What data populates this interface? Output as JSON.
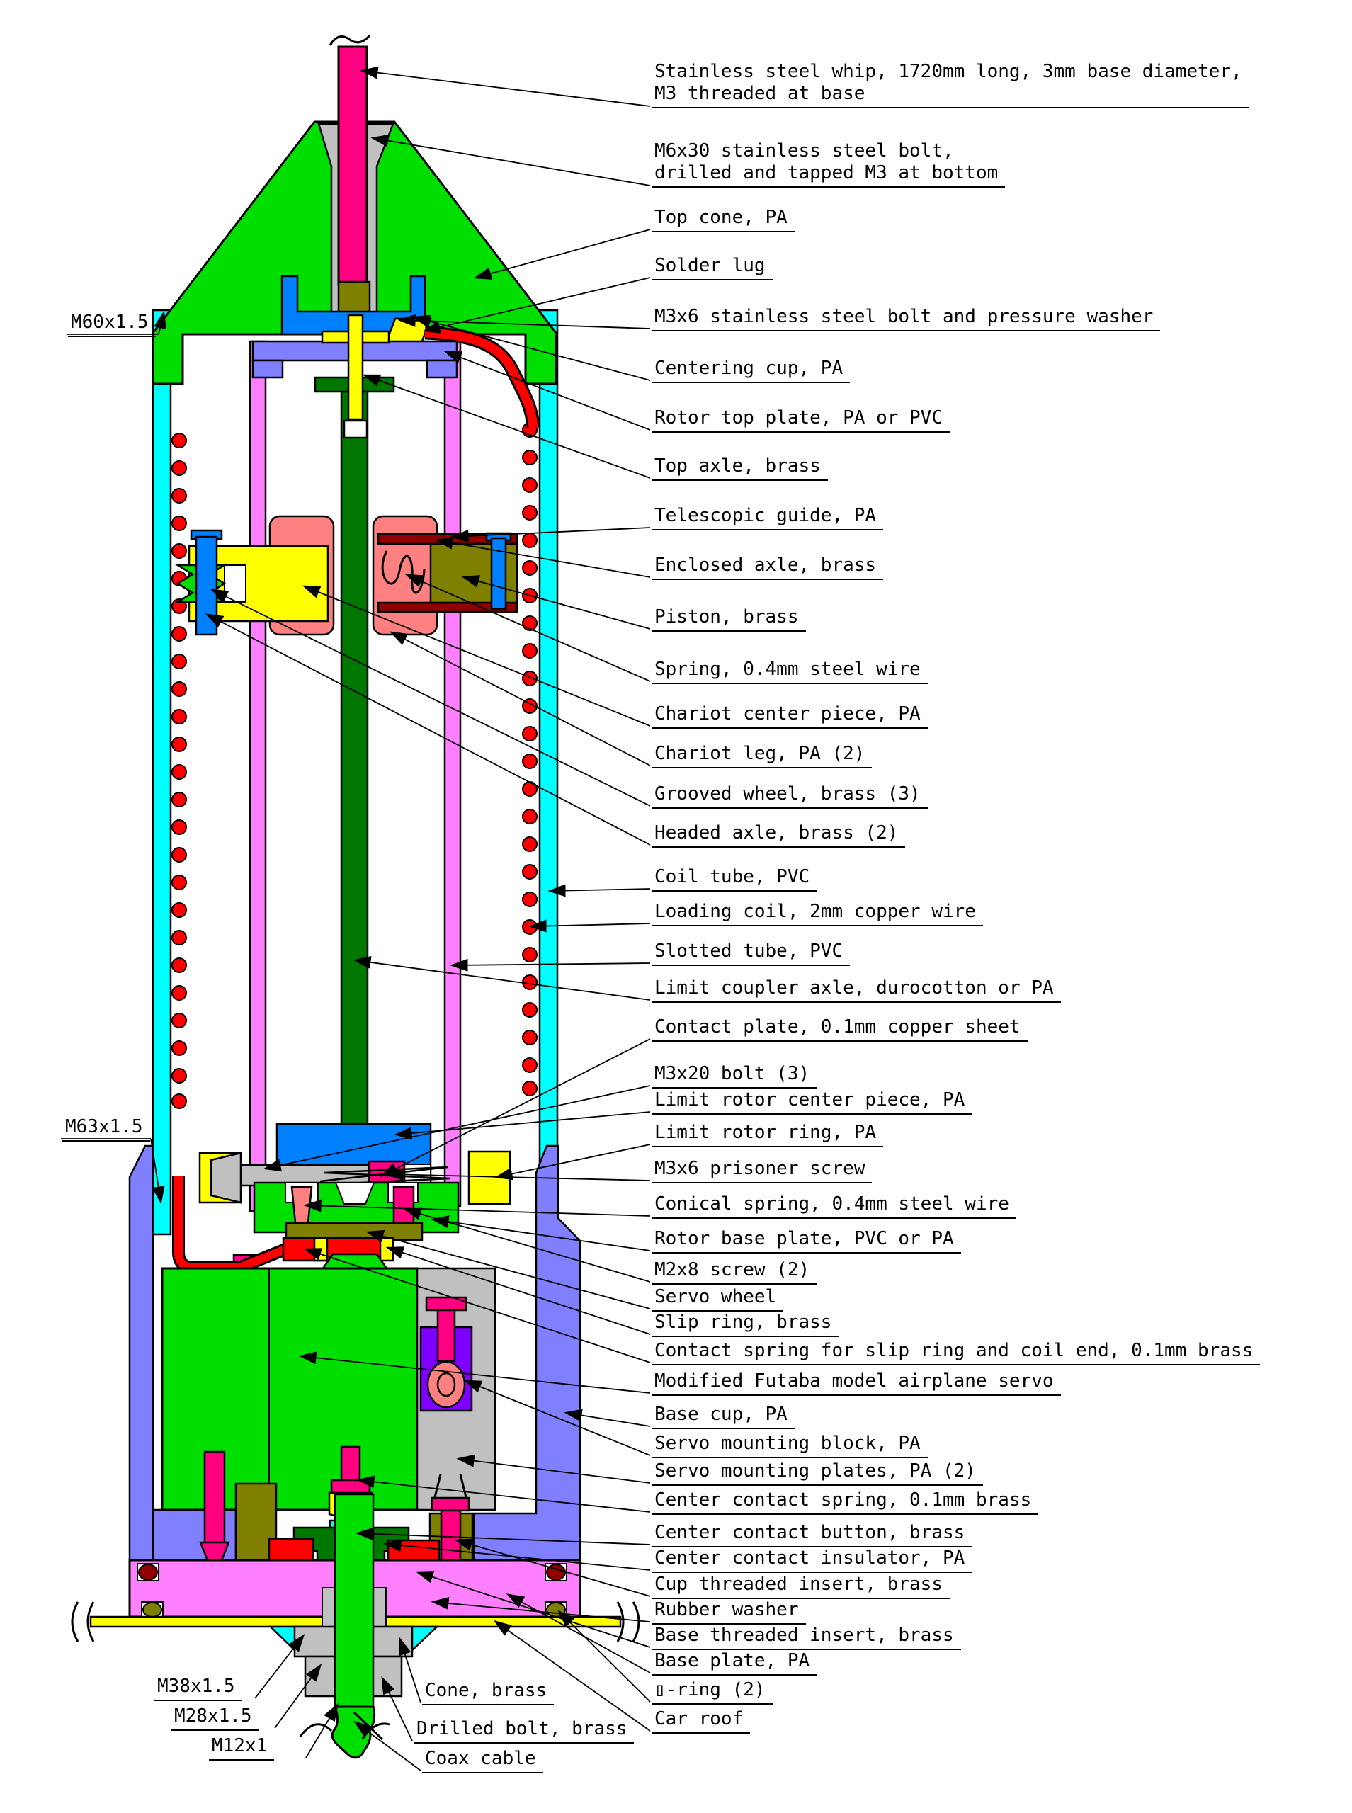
{
  "diagram": {
    "type": "technical-cross-section",
    "subject": "Motorized mobile whip antenna, sectional assembly drawing",
    "colors": {
      "outline": "#000000",
      "background": "#ffffff",
      "pa_green": "#00df00",
      "dark_green": "#007800",
      "pvc_cyan": "#00ffff",
      "slotted_tube_pink": "#ff80ff",
      "base_plate_violet": "#ff80ff",
      "base_cup_periwinkle": "#8080ff",
      "brass_yellow": "#ffff00",
      "olive": "#808000",
      "copper_red": "#ff0000",
      "dark_red": "#900000",
      "salmon": "#ff8080",
      "steel_gray": "#c0c0c0",
      "whip_magenta": "#ff0080",
      "servo_block_purple": "#8000ff",
      "blue": "#0080ff"
    }
  },
  "callouts": [
    {
      "text": "Stainless steel whip, 1720mm long, 3mm base diameter,\nM3 threaded at base"
    },
    {
      "text": "M6x30 stainless steel bolt,\ndrilled and tapped M3 at bottom"
    },
    {
      "text": "Top cone, PA"
    },
    {
      "text": "Solder lug"
    },
    {
      "text": "M3x6 stainless steel bolt and pressure washer"
    },
    {
      "text": "Centering cup, PA"
    },
    {
      "text": "Rotor top plate, PA or PVC"
    },
    {
      "text": "Top axle, brass"
    },
    {
      "text": "Telescopic guide, PA"
    },
    {
      "text": "Enclosed axle, brass"
    },
    {
      "text": "Piston, brass"
    },
    {
      "text": "Spring, 0.4mm steel wire"
    },
    {
      "text": "Chariot center piece, PA"
    },
    {
      "text": "Chariot leg, PA (2)"
    },
    {
      "text": "Grooved wheel, brass (3)"
    },
    {
      "text": "Headed axle, brass (2)"
    },
    {
      "text": "Coil tube, PVC"
    },
    {
      "text": "Loading coil, 2mm copper wire"
    },
    {
      "text": "Slotted tube, PVC"
    },
    {
      "text": "Limit coupler axle, durocotton or PA"
    },
    {
      "text": "Contact plate, 0.1mm copper sheet"
    },
    {
      "text": "M3x20 bolt (3)"
    },
    {
      "text": "Limit rotor center piece, PA"
    },
    {
      "text": "Limit rotor ring, PA"
    },
    {
      "text": "M3x6 prisoner screw"
    },
    {
      "text": "Conical spring, 0.4mm steel wire"
    },
    {
      "text": "Rotor base plate, PVC or PA"
    },
    {
      "text": "M2x8 screw (2)"
    },
    {
      "text": "Servo wheel"
    },
    {
      "text": "Slip ring, brass"
    },
    {
      "text": "Contact spring for slip ring and coil end, 0.1mm brass"
    },
    {
      "text": "Modified Futaba model airplane servo"
    },
    {
      "text": "Base cup, PA"
    },
    {
      "text": "Servo mounting block, PA"
    },
    {
      "text": "Servo mounting plates, PA (2)"
    },
    {
      "text": "Center contact spring, 0.1mm brass"
    },
    {
      "text": "Center contact button, brass"
    },
    {
      "text": "Center contact insulator, PA"
    },
    {
      "text": "Cup threaded insert, brass"
    },
    {
      "text": "Rubber washer"
    },
    {
      "text": "Base threaded insert, brass"
    },
    {
      "text": "Base plate, PA"
    },
    {
      "text": "▯-ring (2)"
    },
    {
      "text": "Car roof"
    },
    {
      "text": "Cone, brass"
    },
    {
      "text": "Drilled bolt, brass"
    },
    {
      "text": "Coax cable"
    },
    {
      "text": "M38x1.5"
    },
    {
      "text": "M28x1.5"
    },
    {
      "text": "M12x1"
    },
    {
      "text": "M60x1.5"
    },
    {
      "text": "M63x1.5"
    }
  ]
}
